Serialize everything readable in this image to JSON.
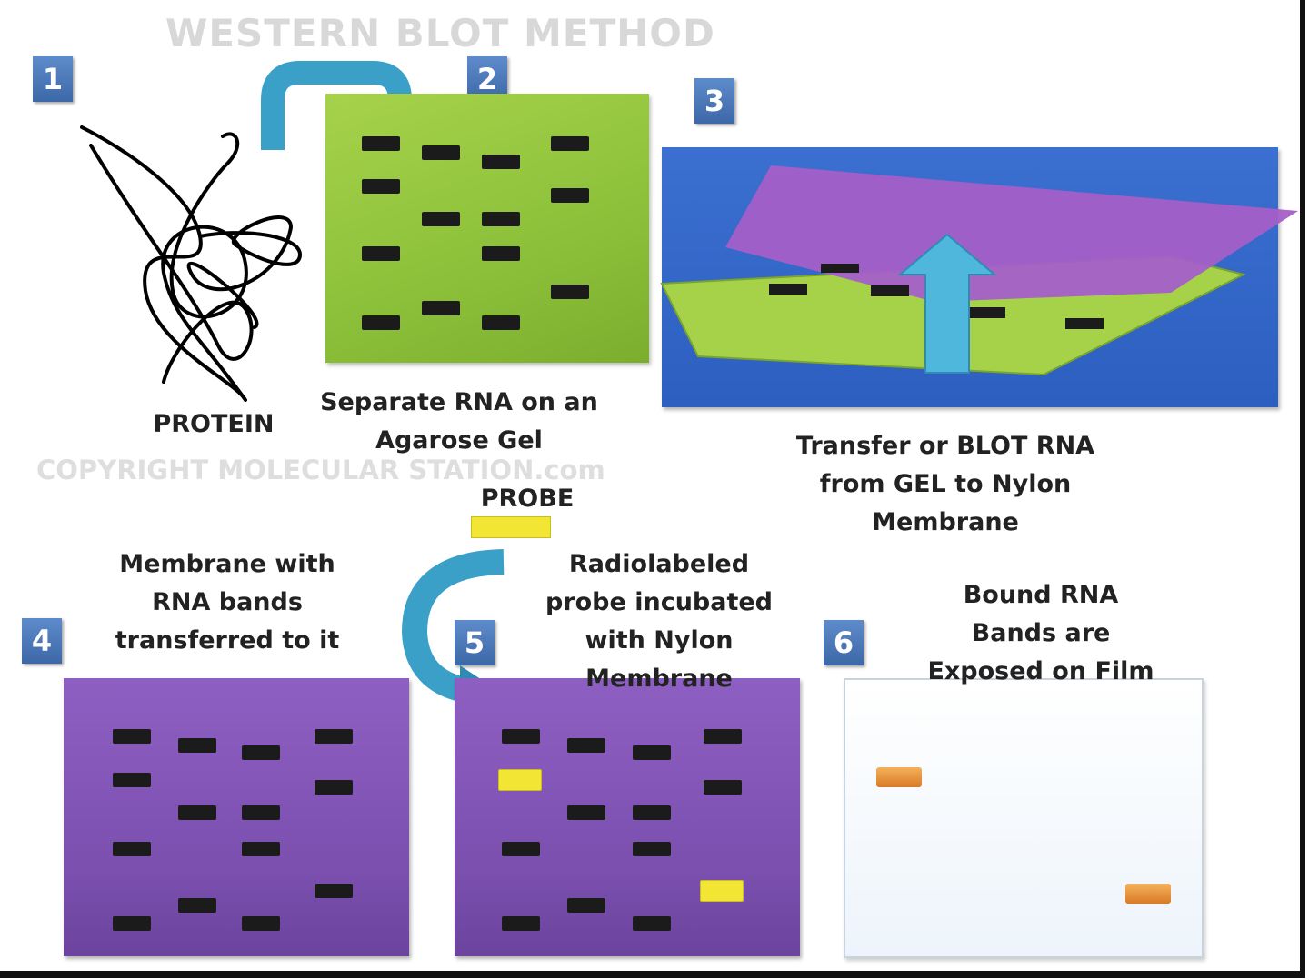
{
  "title": "WESTERN BLOT METHOD",
  "watermark": "COPYRIGHT MOLECULAR STATION.com",
  "steps": [
    {
      "number": "1",
      "label_lines": [
        "PROTEIN"
      ]
    },
    {
      "number": "2",
      "label_lines": [
        "Separate RNA on an",
        "Agarose Gel"
      ]
    },
    {
      "number": "3",
      "label_lines": [
        "Transfer or BLOT RNA",
        "from GEL to Nylon",
        "Membrane"
      ]
    },
    {
      "number": "4",
      "label_lines": [
        "Membrane with",
        "RNA bands",
        "transferred to it"
      ]
    },
    {
      "number": "5",
      "label_lines": [
        "Radiolabeled",
        "probe incubated",
        "with Nylon",
        "Membrane"
      ]
    },
    {
      "number": "6",
      "label_lines": [
        "Bound RNA",
        "Bands are",
        "Exposed on Film"
      ]
    }
  ],
  "probe_label": "PROBE",
  "colors": {
    "gel_green": "#8cc03a",
    "membrane_purple": "#7a4fae",
    "transfer_background": "#2f63c4",
    "arrow_blue": "#3aa0c8",
    "probe_yellow": "#f2e534",
    "film_band_orange": "#e08a30",
    "step_badge": "#4a78b8"
  }
}
